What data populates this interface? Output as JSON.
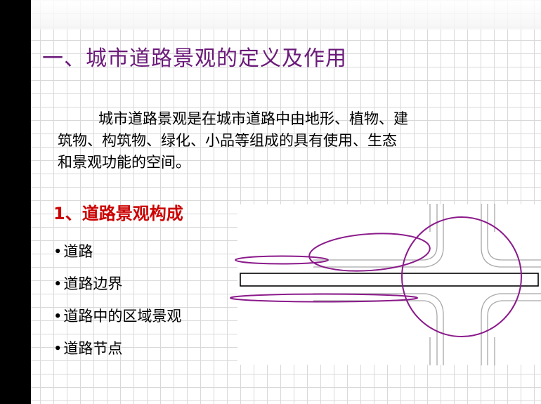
{
  "title": "一、城市道路景观的定义及作用",
  "paragraph": {
    "line1": "城市道路景观是在城市道路中由地形、植物、建",
    "line2": "筑物、构筑物、绿化、小品等组成的具有使用、生态",
    "line3": "和景观功能的空间。"
  },
  "section": {
    "heading": "1、道路景观构成",
    "bullet_char": "•",
    "items": [
      "道路",
      "道路边界",
      "道路中的区域景观",
      "道路节点"
    ]
  },
  "colors": {
    "title": "#6b1a7a",
    "heading": "#cc0000",
    "highlight": "#8b1a8b",
    "sidebar": "#000000"
  }
}
